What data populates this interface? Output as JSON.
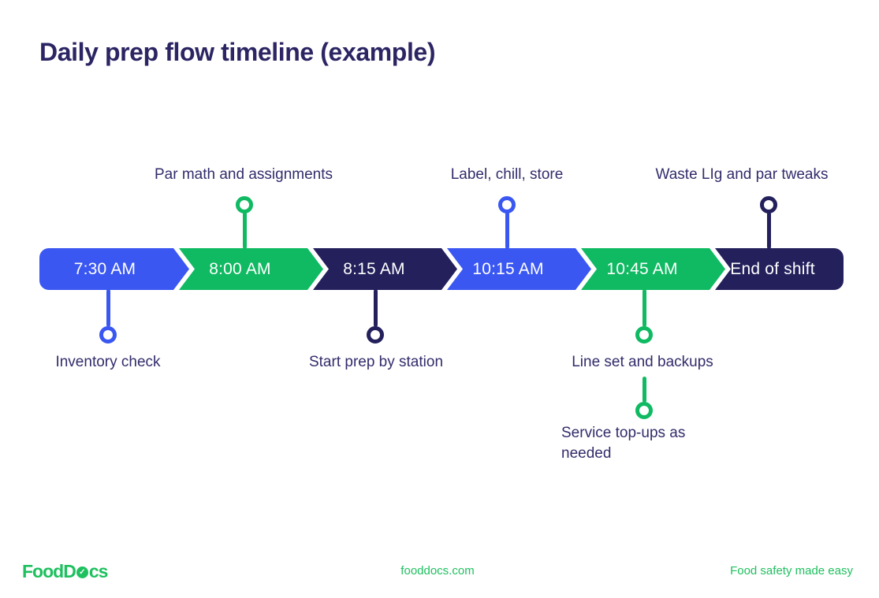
{
  "title": "Daily prep flow timeline (example)",
  "colors": {
    "blue": "#3A57F2",
    "green": "#0FBA62",
    "navy": "#23205C",
    "title_text": "#2B2563",
    "label_text": "#322C6B",
    "footer_green": "#1EC05F",
    "segment_text": "#FFFFFF"
  },
  "timeline": {
    "segments": [
      {
        "label": "7:30 AM",
        "color": "blue"
      },
      {
        "label": "8:00 AM",
        "color": "green"
      },
      {
        "label": "8:15 AM",
        "color": "navy"
      },
      {
        "label": "10:15 AM",
        "color": "blue"
      },
      {
        "label": "10:45 AM",
        "color": "green"
      },
      {
        "label": "End of shift",
        "color": "navy"
      }
    ],
    "annotations_top": [
      {
        "label": "Par math and assignments",
        "pin_color": "green"
      },
      {
        "label": "Label, chill, store",
        "pin_color": "blue"
      },
      {
        "label": "Waste LIg and par tweaks",
        "pin_color": "navy"
      }
    ],
    "annotations_bottom": [
      {
        "label": "Inventory check",
        "pin_color": "blue"
      },
      {
        "label": "Start prep by station",
        "pin_color": "navy"
      },
      {
        "label": "Line set and backups",
        "pin_color": "green"
      },
      {
        "label": "Service top-ups as needed",
        "pin_color": "green"
      }
    ]
  },
  "footer": {
    "logo_text_left": "FoodD",
    "logo_check": "✓",
    "logo_text_right": "cs",
    "center_link": "fooddocs.com",
    "tagline": "Food safety made easy"
  }
}
